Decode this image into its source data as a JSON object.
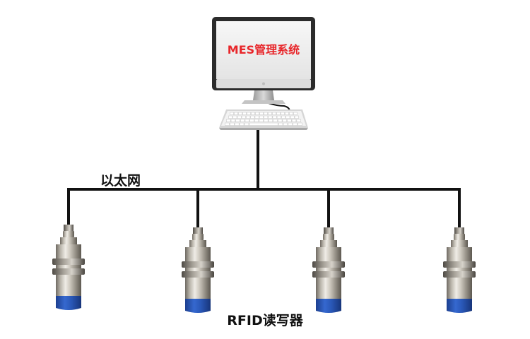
{
  "monitor": {
    "screen_text": "MES管理系统"
  },
  "network": {
    "label": "以太网"
  },
  "readers": {
    "count": 4,
    "label": "RFID读写器"
  },
  "colors": {
    "screen_text": "#e8262a",
    "cable": "#111111",
    "reader_cap": "#2757b8",
    "monitor_frame": "#2b2b2b"
  }
}
